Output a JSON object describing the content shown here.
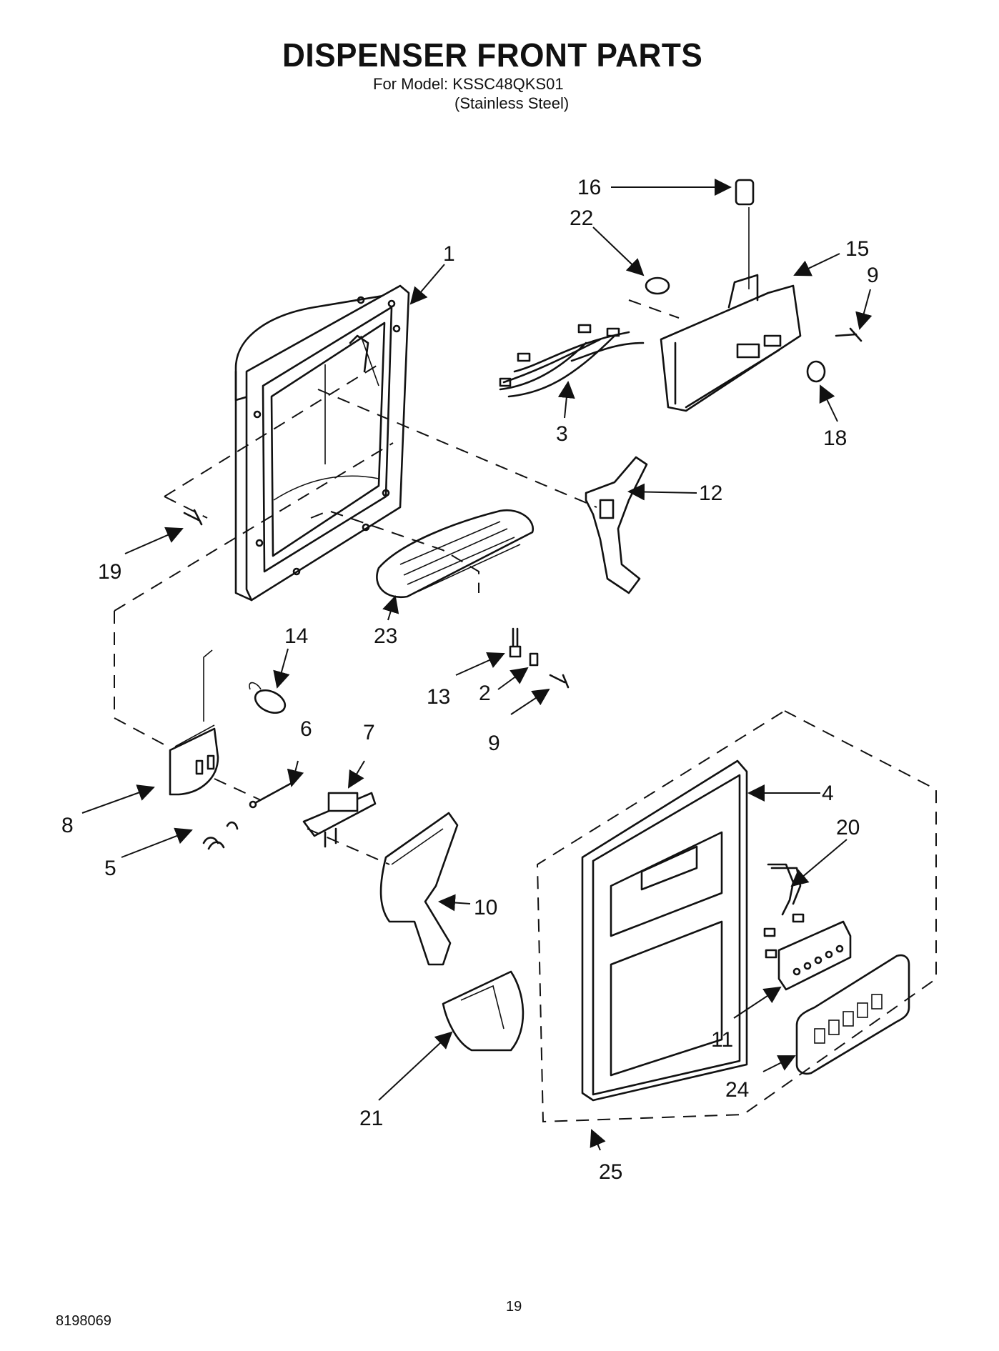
{
  "header": {
    "title": "DISPENSER FRONT PARTS",
    "model_line": "For Model: KSSC48QKS01",
    "finish_line": "(Stainless Steel)"
  },
  "footer": {
    "doc_number": "8198069",
    "page_number": "19"
  },
  "callouts": [
    "1",
    "2",
    "3",
    "4",
    "5",
    "6",
    "7",
    "8",
    "9",
    "9",
    "10",
    "11",
    "12",
    "13",
    "14",
    "15",
    "16",
    "18",
    "19",
    "20",
    "21",
    "22",
    "23",
    "24",
    "25"
  ]
}
